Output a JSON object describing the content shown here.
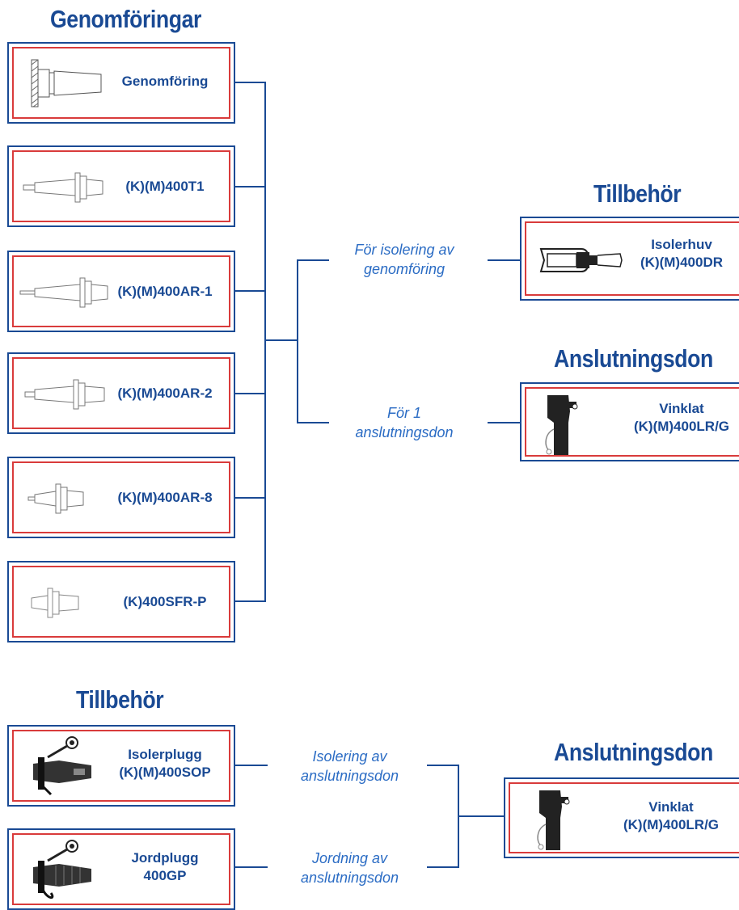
{
  "headings": {
    "genomforingar": "Genomföringar",
    "tillbehor_top": "Tillbehör",
    "anslutningsdon_top": "Anslutningsdon",
    "tillbehor_bottom": "Tillbehör",
    "anslutningsdon_bottom": "Anslutningsdon"
  },
  "bushings": [
    {
      "line1": "Genomföring",
      "icon": "wall-bushing-icon"
    },
    {
      "line1": "(K)(M)400T1",
      "icon": "bushing-long-stem-icon"
    },
    {
      "line1": "(K)(M)400AR-1",
      "icon": "bushing-long-stem-icon"
    },
    {
      "line1": "(K)(M)400AR-2",
      "icon": "bushing-medium-stem-icon"
    },
    {
      "line1": "(K)(M)400AR-8",
      "icon": "bushing-short-stem-icon"
    },
    {
      "line1": "(K)400SFR-P",
      "icon": "bushing-no-stem-icon"
    }
  ],
  "notes": {
    "insulation_line1": "För isolering av",
    "insulation_line2": "genomföring",
    "connector_line1": "För 1",
    "connector_line2": "anslutningsdon",
    "iso_plug_line1": "Isolering av",
    "iso_plug_line2": "anslutningsdon",
    "ground_plug_line1": "Jordning av",
    "ground_plug_line2": "anslutningsdon"
  },
  "accessories_top": {
    "line1": "Isolerhuv",
    "line2": "(K)(M)400DR",
    "icon": "insulating-cap-icon"
  },
  "connector_top": {
    "line1": "Vinklat",
    "line2": "(K)(M)400LR/G",
    "icon": "elbow-connector-icon"
  },
  "accessories_bottom": [
    {
      "line1": "Isolerplugg",
      "line2": "(K)(M)400SOP",
      "icon": "insulating-plug-icon"
    },
    {
      "line1": "Jordplugg",
      "line2": "400GP",
      "icon": "grounding-plug-icon"
    }
  ],
  "connector_bottom": {
    "line1": "Vinklat",
    "line2": "(K)(M)400LR/G",
    "icon": "elbow-connector-icon"
  },
  "colors": {
    "heading": "#1a4a94",
    "card_border": "#1a4a94",
    "card_inner_border": "#d93b3b",
    "note_text": "#2b6cc4"
  }
}
